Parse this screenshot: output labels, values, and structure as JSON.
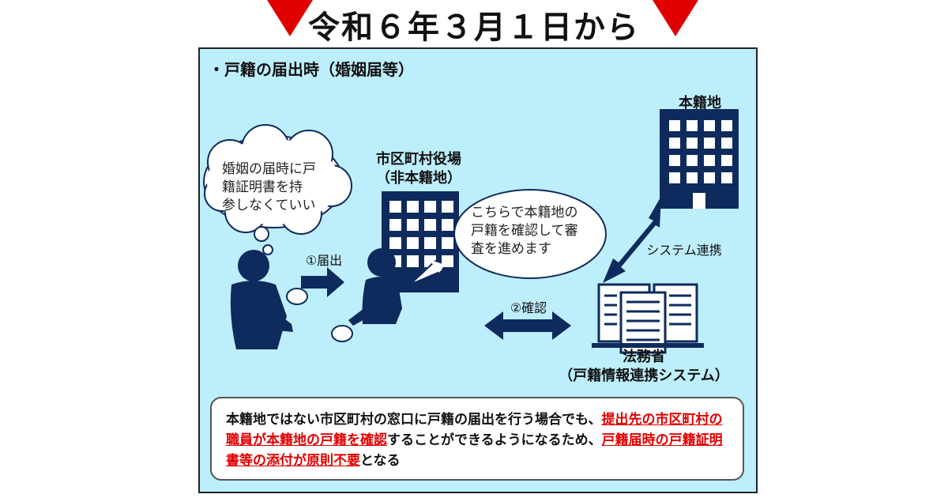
{
  "header": {
    "title": "令和６年３月１日から"
  },
  "section": {
    "title": "・戸籍の届出時（婚姻届等）"
  },
  "thought": {
    "line1": "婚姻の届時に戸",
    "line2": "籍証明書を持",
    "line3": "参しなくていい"
  },
  "speech": {
    "line1": "こちらで本籍地の",
    "line2": "戸籍を確認して審",
    "line3": "査を進めます"
  },
  "office": {
    "line1": "市区町村役場",
    "line2": "（非本籍地）"
  },
  "registry": {
    "label": "本籍地"
  },
  "ministry": {
    "line1": "法務省",
    "line2": "（戸籍情報連携システム）"
  },
  "arrows": {
    "submit": "①届出",
    "confirm": "②確認",
    "link": "システム連携"
  },
  "note": {
    "part1": "本籍地ではない市区町村の窓口に戸籍の届出を行う場合でも、",
    "part2": "提出先の市区町村の職員が本籍地の戸籍を確認",
    "part3": "することができるようになるため、",
    "part4": "戸籍届時の戸籍証明書等の添付が原則不要",
    "part5": "となる"
  },
  "colors": {
    "accent": "#e00000",
    "navy": "#0f2a5c",
    "panel": "#bdeefc"
  }
}
